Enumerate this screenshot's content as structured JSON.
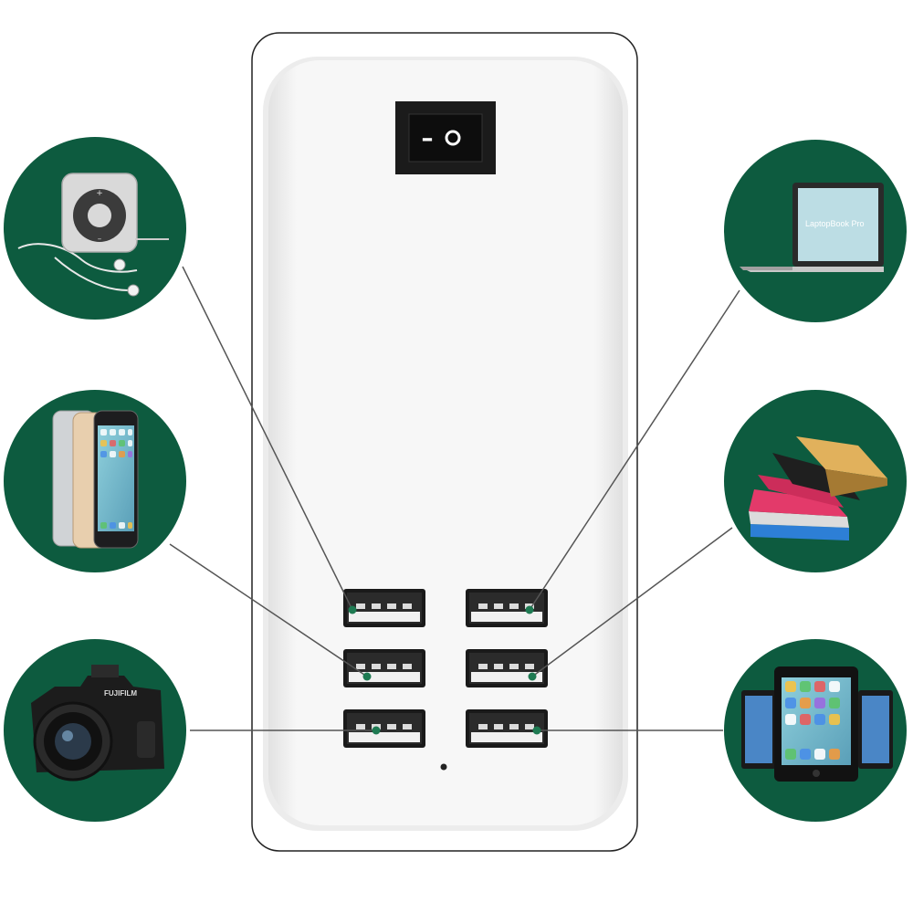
{
  "charger": {
    "power_switch": {
      "on_symbol": "–",
      "off_symbol": "o"
    }
  },
  "devices": [
    {
      "id": "mp3-player",
      "icon": "mp3-player-icon",
      "side": "left"
    },
    {
      "id": "smartphones",
      "icon": "smartphone-icon",
      "side": "left"
    },
    {
      "id": "camera",
      "icon": "camera-icon",
      "side": "left",
      "brand_text": "FUJIFILM"
    },
    {
      "id": "laptop",
      "icon": "laptop-icon",
      "side": "right",
      "screen_text": "LaptopBook Pro"
    },
    {
      "id": "power-banks",
      "icon": "power-bank-icon",
      "side": "right"
    },
    {
      "id": "tablets",
      "icon": "tablet-icon",
      "side": "right"
    }
  ],
  "colors": {
    "circle": "#0d5b3f",
    "charger_body": "#f4f4f4",
    "port_dot": "#1e7a52",
    "connector": "#555555"
  }
}
